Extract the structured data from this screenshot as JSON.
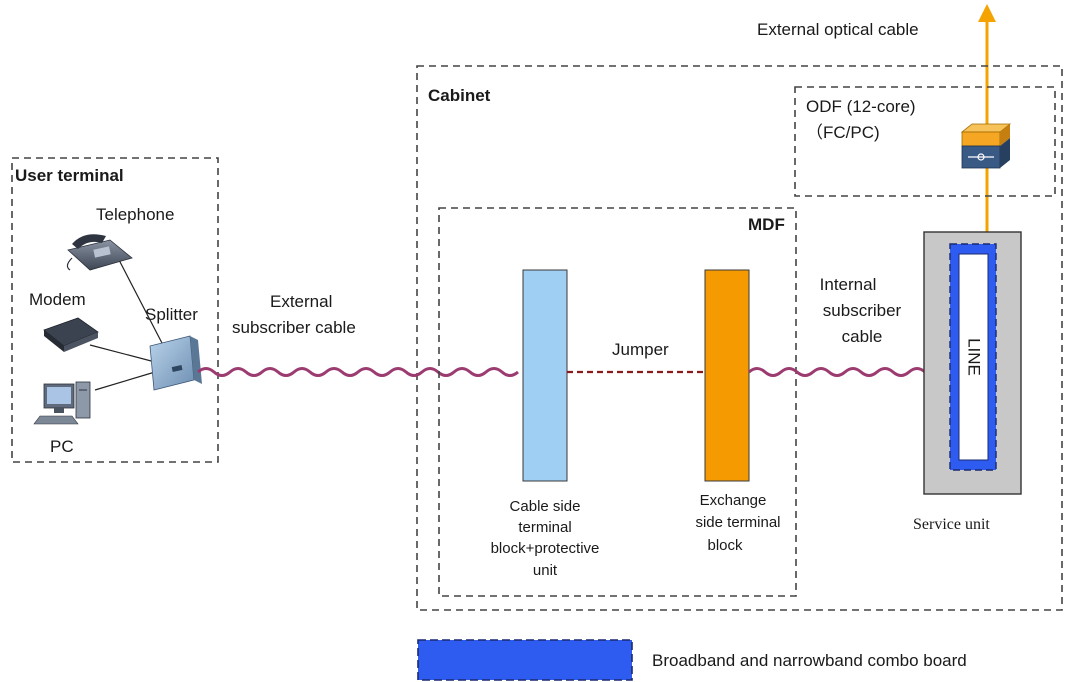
{
  "labels": {
    "external_optical_cable": "External optical cable",
    "cabinet": "Cabinet",
    "odf_line1": "ODF (12-core)",
    "odf_line2": "（FC/PC)",
    "user_terminal": "User terminal",
    "telephone": "Telephone",
    "modem": "Modem",
    "splitter": "Splitter",
    "pc": "PC",
    "external_subscriber_cable_1": "External",
    "external_subscriber_cable_2": "subscriber cable",
    "mdf": "MDF",
    "jumper": "Jumper",
    "internal_subscriber_cable_1": "Internal",
    "internal_subscriber_cable_2": "subscriber",
    "internal_subscriber_cable_3": "cable",
    "line": "LINE",
    "cable_side_1": "Cable side",
    "cable_side_2": "terminal",
    "cable_side_3": "block+protective",
    "cable_side_4": "unit",
    "exchange_side_1": "Exchange",
    "exchange_side_2": "side terminal",
    "exchange_side_3": "block",
    "service_unit": "Service unit",
    "legend_combo_board": "Broadband and narrowband combo board"
  },
  "colors": {
    "cable": "#9b3b6f",
    "jumper": "#8b1a1a",
    "optical": "#f5a300",
    "cable_side_block": "#9fcff2",
    "exchange_side_block": "#f59a00",
    "combo_board": "#2f5cf0",
    "service_unit": "#c8c8c8"
  }
}
